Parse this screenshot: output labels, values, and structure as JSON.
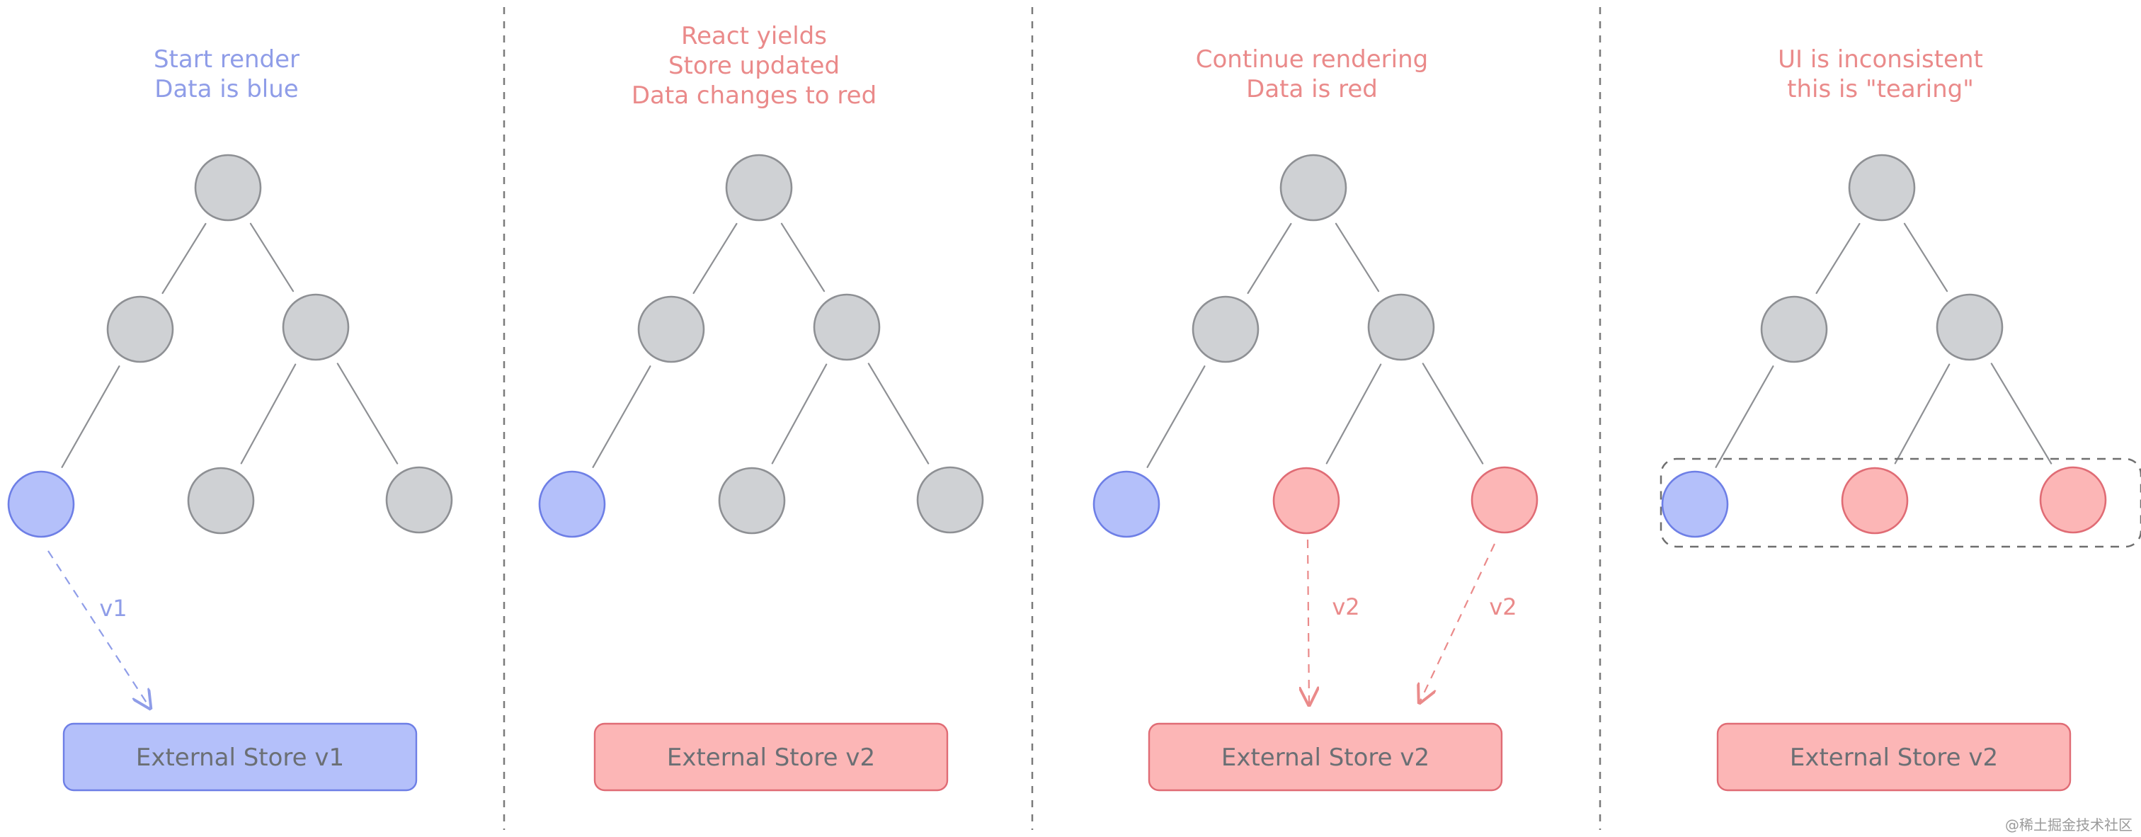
{
  "colors": {
    "blue_fill": "#b4c0fa",
    "blue_stroke": "#6e7fe6",
    "blue_text": "#8f9de8",
    "red_fill": "#fcb6b6",
    "red_stroke": "#e06c75",
    "red_text": "#ea8a8a",
    "gray_fill": "#cfd1d4",
    "gray_stroke": "#8e9094",
    "edge": "#8e9094",
    "divider": "#7a7a7a"
  },
  "panels": [
    {
      "caption": [
        "Start render",
        "Data is blue"
      ],
      "caption_color": "blue",
      "leaves": [
        "blue",
        "gray",
        "gray"
      ],
      "store_label": "External Store v1",
      "store_color": "blue",
      "arrows": [
        {
          "from": "leaf0",
          "label": "v1",
          "color": "blue"
        }
      ],
      "group_box": false
    },
    {
      "caption": [
        "React yields",
        "Store updated",
        "Data changes to red"
      ],
      "caption_color": "red",
      "leaves": [
        "blue",
        "gray",
        "gray"
      ],
      "store_label": "External Store v2",
      "store_color": "red",
      "arrows": [],
      "group_box": false
    },
    {
      "caption": [
        "Continue rendering",
        "Data is red"
      ],
      "caption_color": "red",
      "leaves": [
        "blue",
        "red",
        "red"
      ],
      "store_label": "External Store v2",
      "store_color": "red",
      "arrows": [
        {
          "from": "leaf1",
          "label": "v2",
          "color": "red"
        },
        {
          "from": "leaf2",
          "label": "v2",
          "color": "red"
        }
      ],
      "group_box": false
    },
    {
      "caption": [
        "UI is inconsistent",
        "this is \"tearing\""
      ],
      "caption_color": "red",
      "leaves": [
        "blue",
        "red",
        "red"
      ],
      "store_label": "External Store v2",
      "store_color": "red",
      "arrows": [],
      "group_box": true
    }
  ],
  "watermark": "@稀土掘金技术社区"
}
